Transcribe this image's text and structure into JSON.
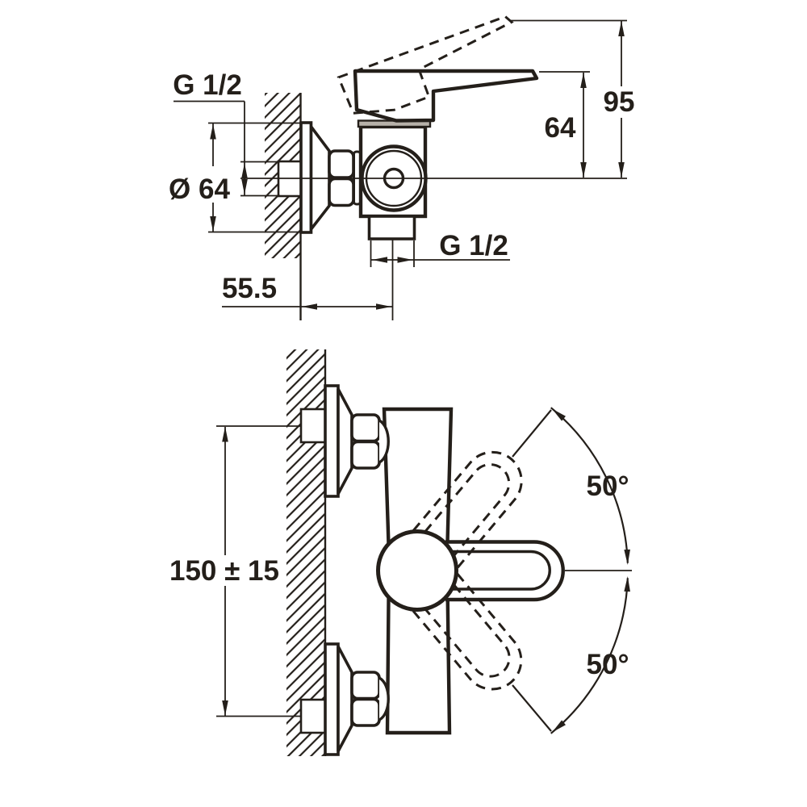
{
  "drawing": {
    "title": "Wall-mounted single-lever shower mixer — installation dimension drawing",
    "type": "technical-dimension-drawing",
    "line_color": "#241f1a",
    "background_color": "#ffffff",
    "side_view": {
      "inlet_thread_label": "G 1/2",
      "escutcheon_diameter": "Ø 64",
      "lever_height": "64",
      "total_height": "95",
      "wall_to_outlet": "55.5",
      "outlet_thread_label": "G 1/2"
    },
    "front_view": {
      "inlet_spacing": "150 ± 15",
      "handle_swing_up": "50°",
      "handle_swing_down": "50°"
    }
  }
}
